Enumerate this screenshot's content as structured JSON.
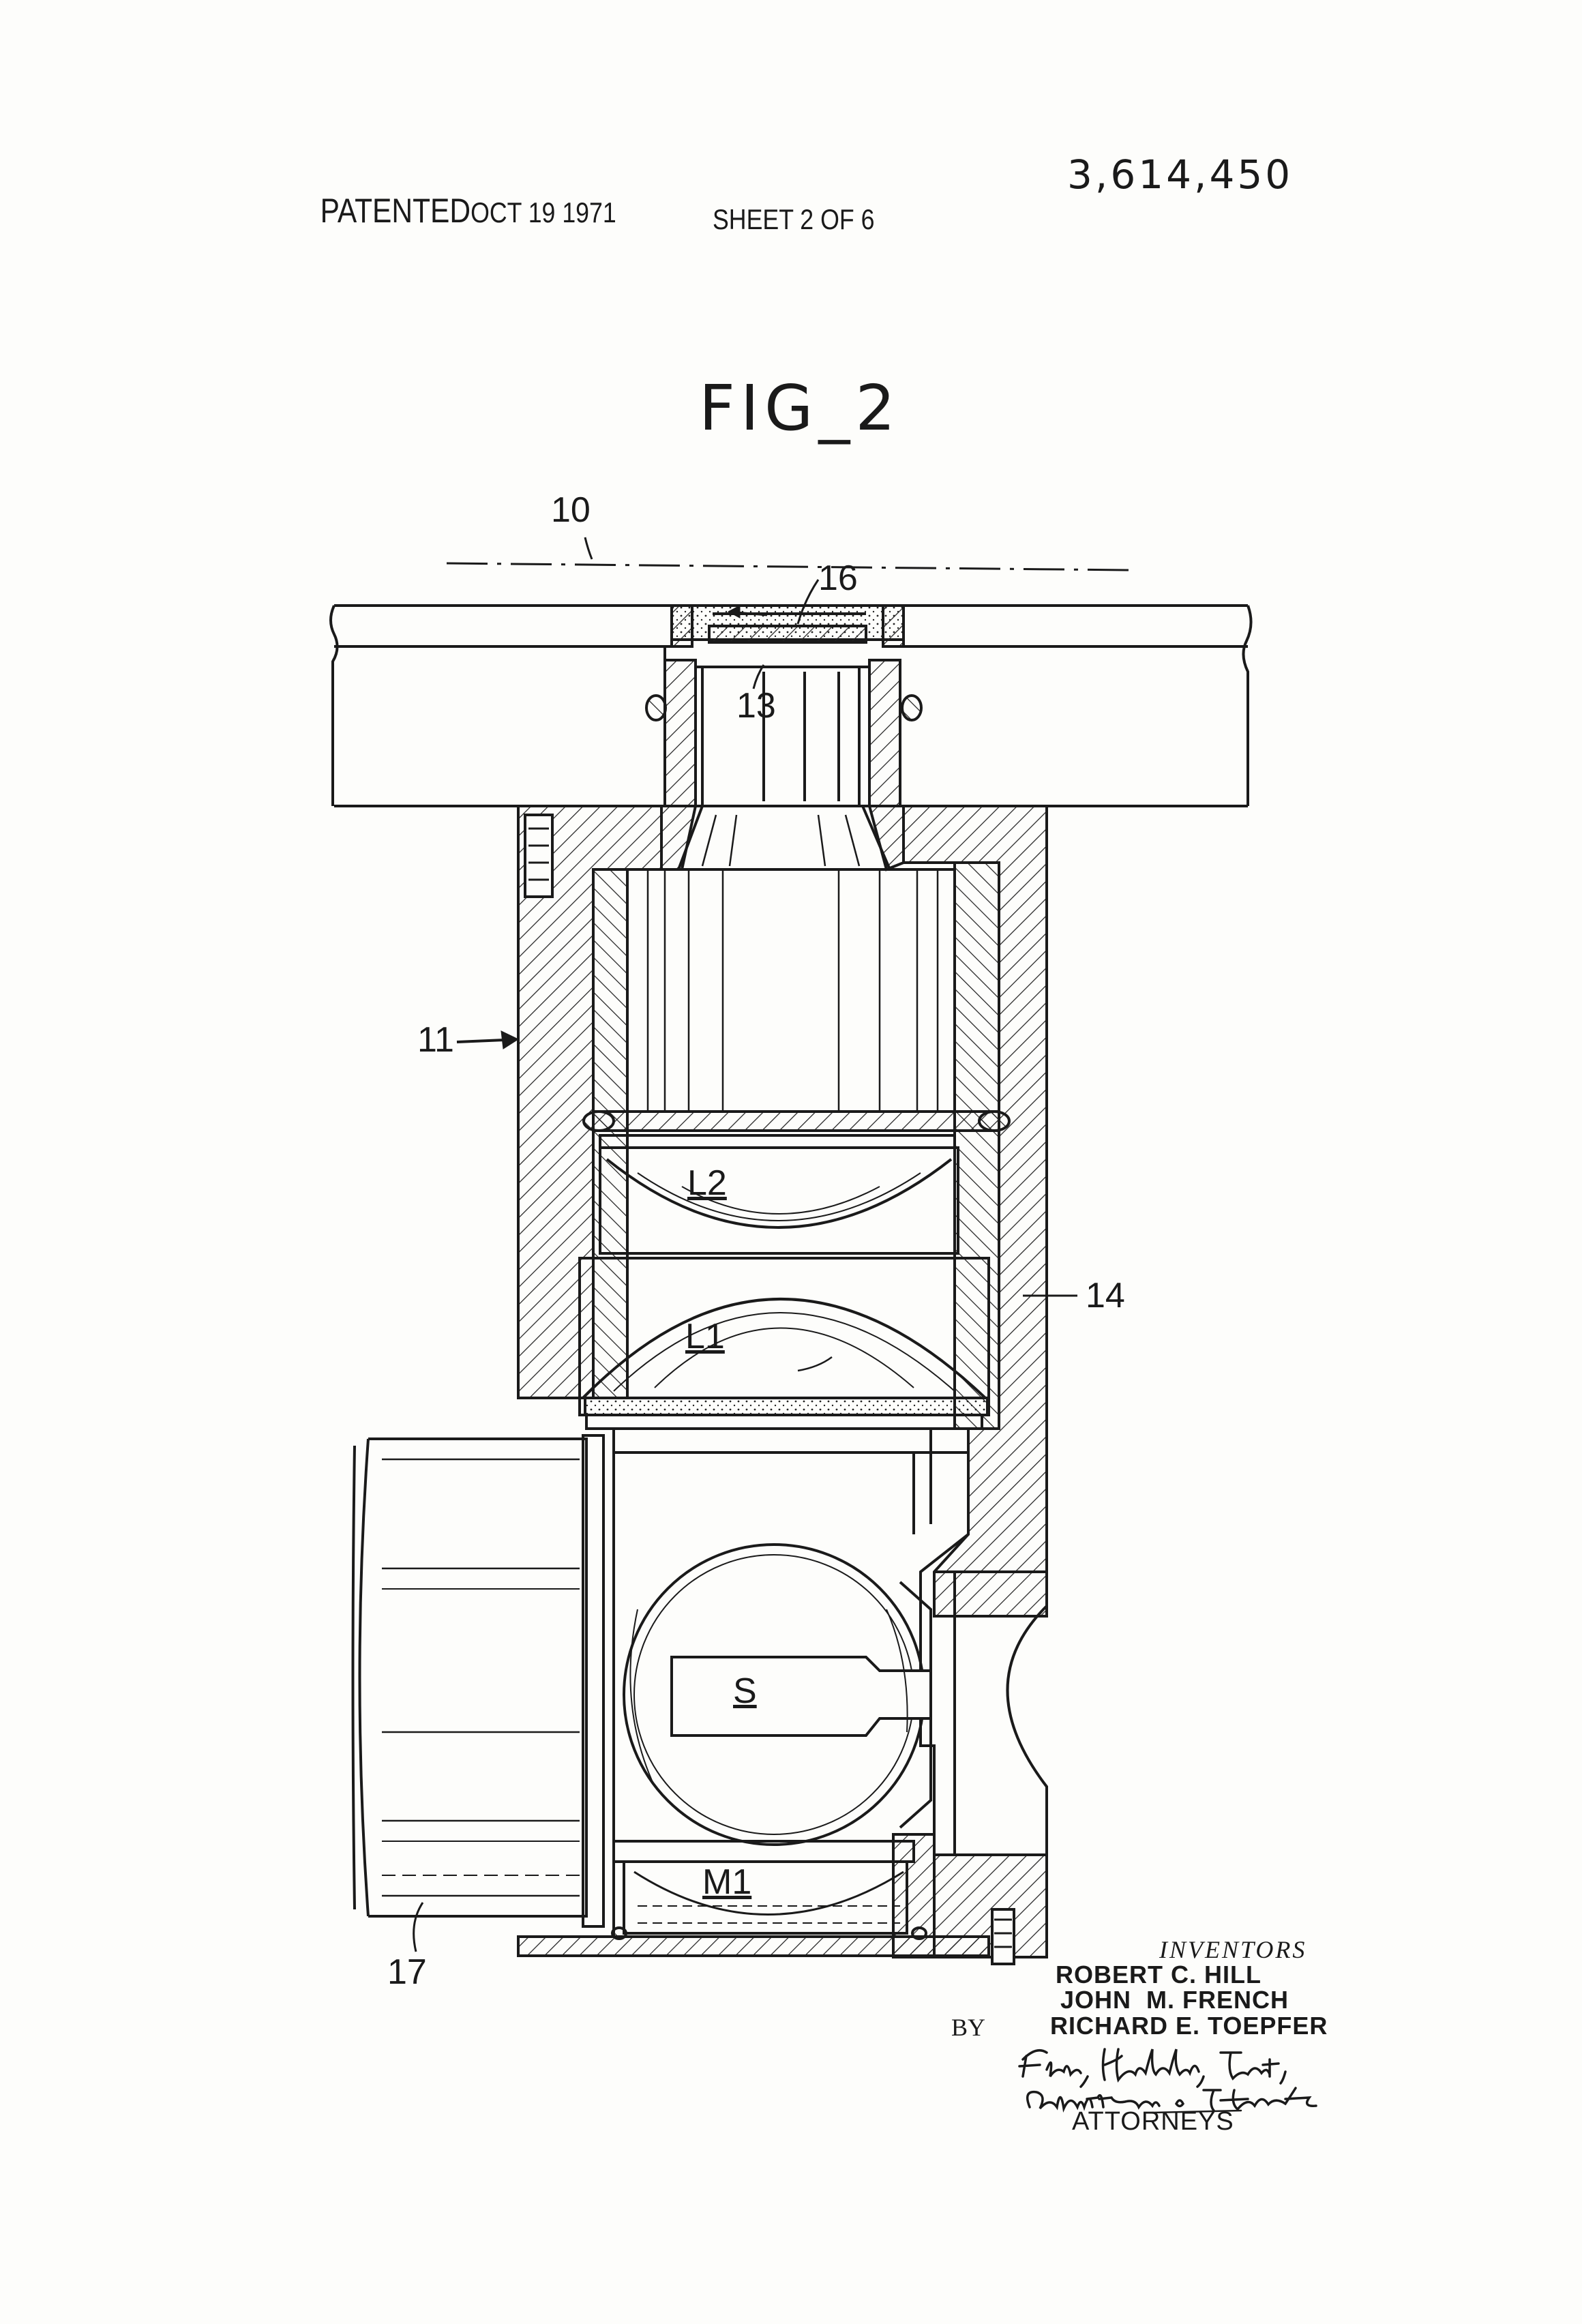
{
  "header": {
    "patented": "PATENTED",
    "date": "OCT 19 1971",
    "patent_number": "3,614,450",
    "sheet": "SHEET 2 OF 6"
  },
  "figure": {
    "label": "FIG_2",
    "reference_numerals": {
      "r10": "10",
      "r11": "11",
      "r13": "13",
      "r14": "14",
      "r16": "16",
      "r17": "17"
    },
    "component_labels": {
      "l2": "L2",
      "l1": "L1",
      "s": "S",
      "m1": "M1"
    }
  },
  "signature_block": {
    "inventors_title": "INVENTORS",
    "inventors": [
      "ROBERT C. HILL",
      "JOHN  M. FRENCH",
      "RICHARD E. TOEPFER"
    ],
    "by": "BY",
    "firm_signature": "Flehr, Hohbach, Test, Albritton & Herbert",
    "attorneys": "ATTORNEYS"
  }
}
